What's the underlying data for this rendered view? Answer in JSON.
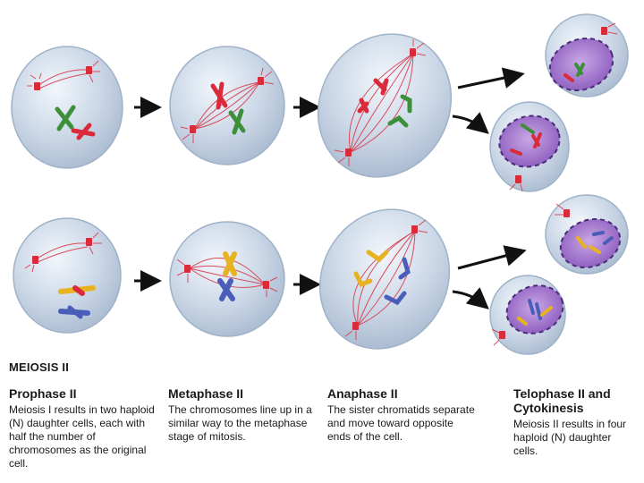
{
  "section_title": "MEIOSIS II",
  "stages": [
    {
      "title": "Prophase II",
      "text": "Meiosis I results in two haploid (N) daughter cells, each with half the number of chromosomes as the original cell."
    },
    {
      "title": "Metaphase II",
      "text": "The chromosomes line up in a similar way to the metaphase stage of mitosis."
    },
    {
      "title": "Anaphase II",
      "text": "The sister chromatids separate and move toward opposite ends of the cell."
    },
    {
      "title": "Telophase II and Cytokinesis",
      "text": "Meiosis II results in four haploid (N) daughter cells."
    }
  ],
  "colors": {
    "cell_fill": "#c9d6e6",
    "cell_edge": "#9fb2c8",
    "spindle": "#d94a5a",
    "nucleus": "#9b6fc4",
    "nucleus_edge": "#4b2a7a",
    "arrow": "#111111"
  }
}
